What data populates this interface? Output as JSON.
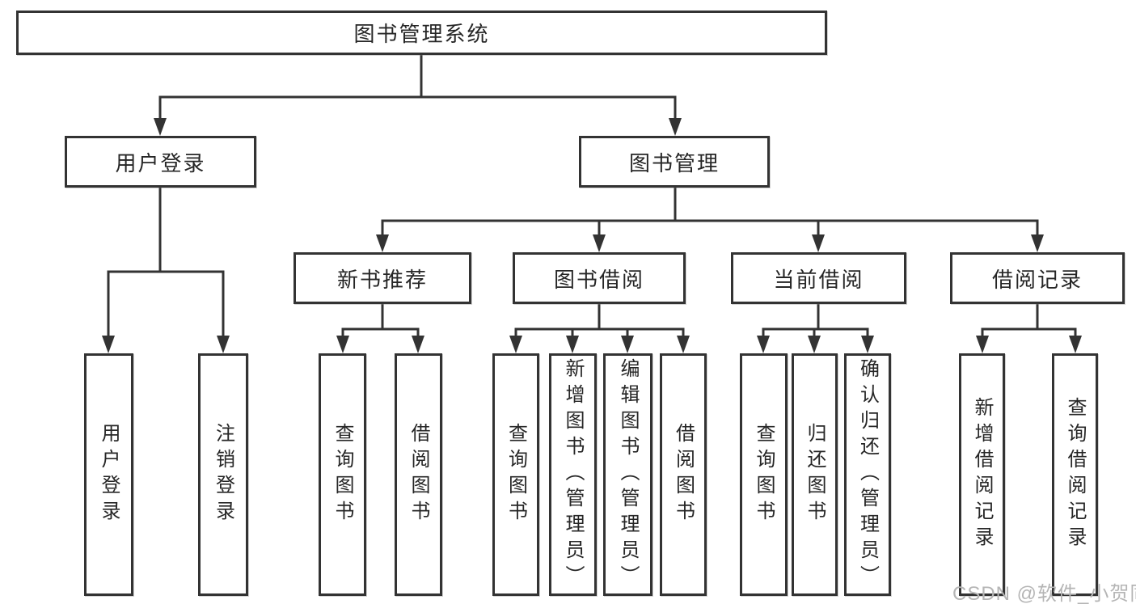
{
  "root": {
    "label": "图书管理系统"
  },
  "level2": {
    "user_login": {
      "label": "用户登录"
    },
    "book_management": {
      "label": "图书管理"
    }
  },
  "level3": {
    "new_book_recommend": {
      "label": "新书推荐"
    },
    "book_borrow": {
      "label": "图书借阅"
    },
    "current_borrow": {
      "label": "当前借阅"
    },
    "borrow_records": {
      "label": "借阅记录"
    }
  },
  "leaves": {
    "user_login": [
      "用户登录",
      "注销登录"
    ],
    "new_book_recommend": [
      "查询图书",
      "借阅图书"
    ],
    "book_borrow": [
      "查询图书",
      "新增图书（管理员）",
      "编辑图书（管理员）",
      "借阅图书"
    ],
    "current_borrow": [
      "查询图书",
      "归还图书",
      "确认归还（管理员）"
    ],
    "borrow_records": [
      "新增借阅记录",
      "查询借阅记录"
    ]
  },
  "watermark": {
    "text": "CSDN @软件_小贺同学"
  },
  "colors": {
    "background": "#ffffff",
    "line": "#333333",
    "box_border": "#333333",
    "text": "#262626",
    "watermark": "#b5b5b5"
  }
}
